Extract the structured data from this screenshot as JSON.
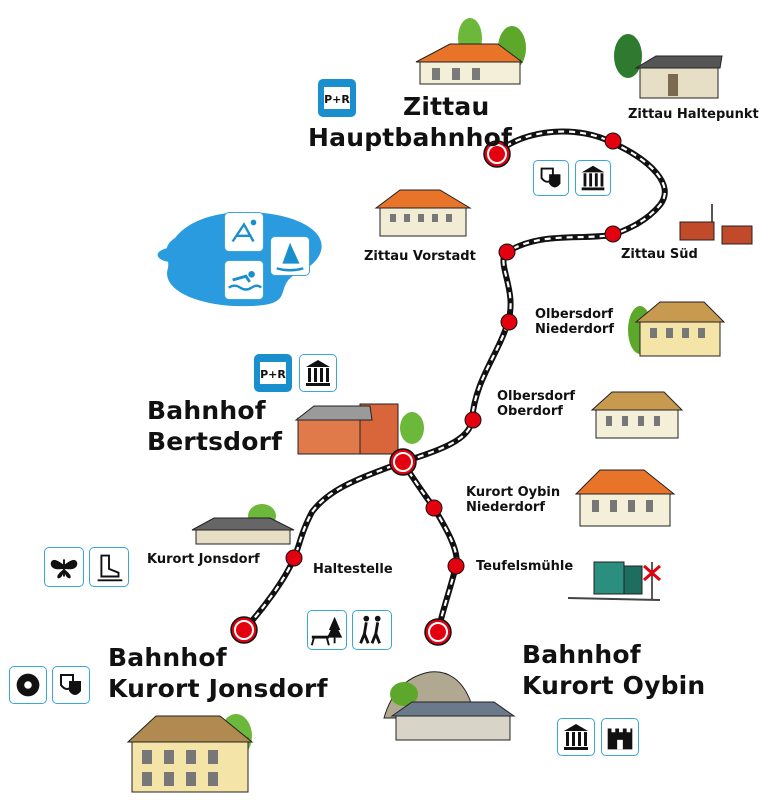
{
  "map": {
    "colors": {
      "track": "#111111",
      "track_dash": "#ffffff",
      "station_red": "#e3000f",
      "lake": "#2b9be0",
      "icon_border": "#3aa6d8",
      "pr_blue": "#1a8fce"
    },
    "stations": {
      "zittau_hbf": [
        "Zittau",
        "Hauptbahnhof"
      ],
      "zittau_haltepunkt": "Zittau Haltepunkt",
      "zittau_vorstadt": "Zittau Vorstadt",
      "zittau_sued": "Zittau Süd",
      "olbersdorf_niederdorf": [
        "Olbersdorf",
        "Niederdorf"
      ],
      "olbersdorf_oberdorf": [
        "Olbersdorf",
        "Oberdorf"
      ],
      "bertsdorf": [
        "Bahnhof",
        "Bertsdorf"
      ],
      "kurort_oybin_niederdorf": [
        "Kurort Oybin",
        "Niederdorf"
      ],
      "kurort_jonsdorf_halt": "Kurort Jonsdorf",
      "haltestelle": "Haltestelle",
      "teufelsmuehle": "Teufelsmühle",
      "jonsdorf_bhf": [
        "Bahnhof",
        "Kurort Jonsdorf"
      ],
      "oybin_bhf": [
        "Bahnhof",
        "Kurort Oybin"
      ]
    },
    "icons": {
      "park_ride": "P+R"
    }
  }
}
